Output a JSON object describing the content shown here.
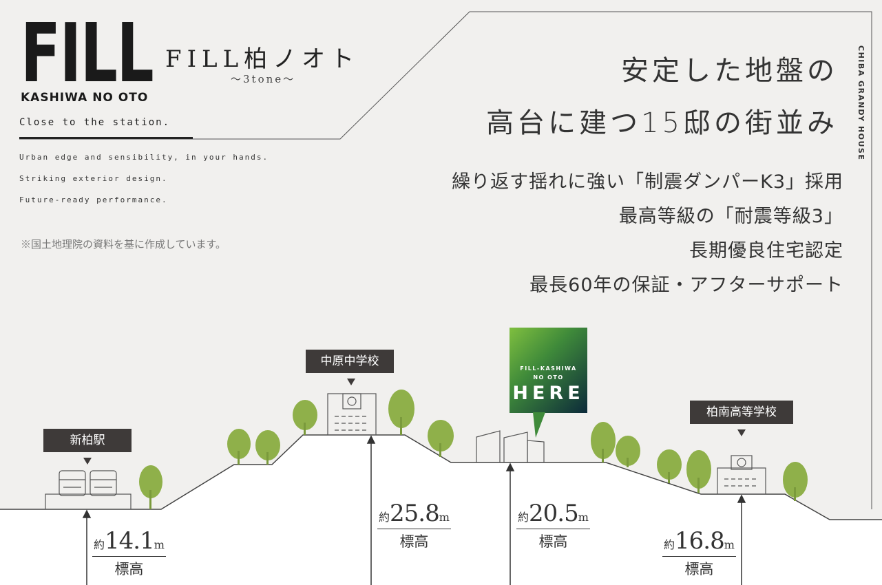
{
  "logo": {
    "main": "FILL",
    "sub": "KASHIWA NO OTO"
  },
  "brand": {
    "name": "FILL柏ノオト",
    "tone": "～3tone～"
  },
  "tagline": "Close to the station.",
  "sub_lines": [
    "Urban edge and sensibility, in your hands.",
    "Striking exterior design.",
    "Future-ready performance."
  ],
  "note": "※国土地理院の資料を基に作成しています。",
  "headline": [
    "安定した地盤の",
    "高台に建つ15邸の街並み"
  ],
  "features": [
    "繰り返す揺れに強い「制震ダンパーK3」採用",
    "最高等級の「耐震等級3」",
    "長期優良住宅認定",
    "最長60年の保証・アフターサポート"
  ],
  "vertical_label": "CHIBA GRANDY HOUSE",
  "locations": [
    {
      "name": "新柏駅",
      "elev_prefix": "約",
      "elev_value": "14.1",
      "elev_unit": "m",
      "elev_label": "標高"
    },
    {
      "name": "中原中学校",
      "elev_prefix": "約",
      "elev_value": "25.8",
      "elev_unit": "m",
      "elev_label": "標高"
    },
    {
      "name": "",
      "elev_prefix": "約",
      "elev_value": "20.5",
      "elev_unit": "m",
      "elev_label": "標高"
    },
    {
      "name": "柏南高等学校",
      "elev_prefix": "約",
      "elev_value": "16.8",
      "elev_unit": "m",
      "elev_label": "標高"
    }
  ],
  "here_marker": {
    "line1": "FILL-KASHIWA",
    "line2": "NO OTO",
    "big": "HERE"
  },
  "colors": {
    "background": "#f1f0ee",
    "label_bg": "#3e3a39",
    "tree": "#8fb04a",
    "here_top": "#7fbf3f",
    "here_bottom": "#0c2a3a"
  }
}
